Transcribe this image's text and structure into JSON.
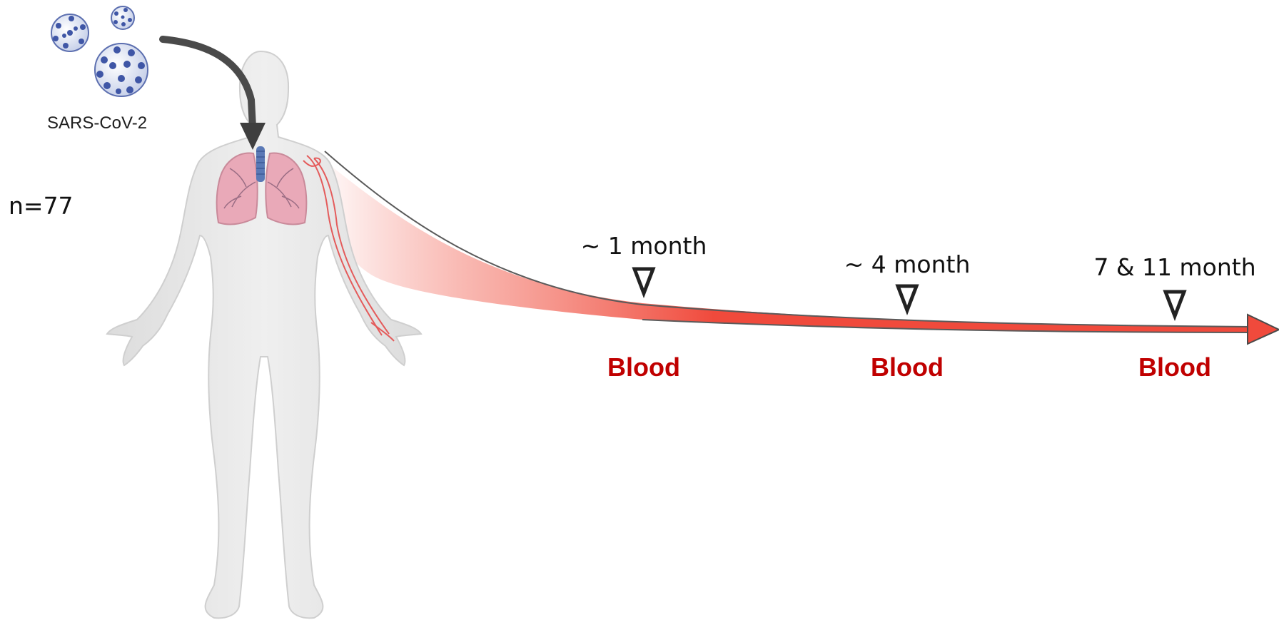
{
  "virus": {
    "label": "SARS-CoV-2",
    "icon": "coronavirus-particle-icon"
  },
  "cohort": {
    "label": "n=77"
  },
  "timeline": {
    "direction": "left-to-right",
    "arrow_color": "#f04a3c",
    "sample_color": "#c00000",
    "timepoints": [
      {
        "label": "~ 1 month",
        "sample": "Blood"
      },
      {
        "label": "~ 4 month",
        "sample": "Blood"
      },
      {
        "label": "7 & 11 month",
        "sample": "Blood"
      }
    ]
  },
  "body": {
    "figure": "human-body-outline",
    "organs": [
      "lungs",
      "trachea",
      "arm-blood-vessels"
    ],
    "organ_colors": {
      "lungs": "#e9a9b8",
      "trachea": "#5a79b6",
      "vessels": "#e45b5b"
    }
  }
}
